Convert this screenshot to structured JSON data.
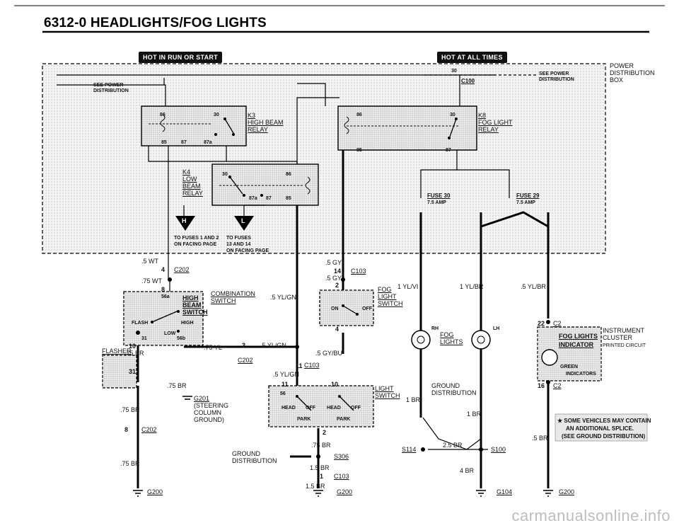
{
  "title": "6312-0  HEADLIGHTS/FOG LIGHTS",
  "banners": {
    "run_start": "HOT IN RUN OR START",
    "all_times": "HOT AT ALL TIMES"
  },
  "power_box": [
    "POWER",
    "DISTRIBUTION",
    "BOX"
  ],
  "see_power_left": [
    "SEE POWER",
    "DISTRIBUTION"
  ],
  "see_power_right": [
    "SEE POWER",
    "DISTRIBUTION"
  ],
  "c100": "C100",
  "k3": [
    "K3",
    "HIGH BEAM",
    "RELAY"
  ],
  "k8": [
    "K8",
    "FOG LIGHT",
    "RELAY"
  ],
  "k4": [
    "K4",
    "LOW",
    "BEAM",
    "RELAY"
  ],
  "fuse30": [
    "FUSE 30",
    "7.5 AMP"
  ],
  "fuse29": [
    "FUSE 29",
    "7.5 AMP"
  ],
  "to_fuses_h": [
    "TO FUSES 1 AND 2",
    "ON FACING PAGE"
  ],
  "to_fuses_l": [
    "TO FUSES",
    "13 AND 14",
    "ON FACING PAGE"
  ],
  "combo_switch": [
    "HIGH",
    "BEAM",
    "SWITCH",
    "COMBINATION",
    "SWITCH"
  ],
  "fog_switch": [
    "FOG",
    "LIGHT",
    "SWITCH"
  ],
  "light_switch": [
    "LIGHT",
    "SWITCH"
  ],
  "fog_lights": [
    "FOG",
    "LIGHTS"
  ],
  "cluster": [
    "INSTRUMENT",
    "CLUSTER",
    "PRINTED CIRCUIT"
  ],
  "indicator": [
    "FOG LIGHTS",
    "INDICATOR",
    "GREEN",
    "INDICATORS"
  ],
  "ground_dist": [
    "GROUND",
    "DISTRIBUTION"
  ],
  "ground_dist2": [
    "GROUND",
    "DISTRIBUTION"
  ],
  "steering": [
    "G201",
    "(STEERING",
    "COLUMN",
    "GROUND)"
  ],
  "note": [
    "★ SOME VEHICLES MAY CONTAIN",
    "AN ADDITIONAL SPLICE.",
    "(SEE GROUND DISTRIBUTION)"
  ],
  "flasher": "FLASHER",
  "sw_labels": {
    "flash": "FLASH",
    "low": "LOW",
    "high": "HIGH",
    "on": "ON",
    "off": "OFF",
    "head": "HEAD",
    "park": "PARK",
    "rh": "RH",
    "lh": "LH"
  },
  "wires": {
    "w_5wt": ".5 WT",
    "w_75wt": ".75 WT",
    "w_5gy": ".5 GY",
    "w_5gy2": ".5 GY",
    "w_5ylgn": ".5 YL/GN",
    "w_75yl": ".75 YL",
    "w_5ylgn2": ".5 YL/GN",
    "w_5gybu": ".5 GY/BU",
    "w_5ylgn3": ".5 YL/GN",
    "w_75br1": ".75 BR",
    "w_75br2": ".75 BR",
    "w_75br3": ".75 BR",
    "w_75br4": ".75 BR",
    "w_75br5": ".75 BR",
    "w_1ylvi": "1 YL/VI",
    "w_1ylbr": "1 YL/BR",
    "w_5ylbr": ".5 YL/BR",
    "w_1br_a": "1 BR",
    "w_1br_b": "1 BR",
    "w_25br": "2.5 BR",
    "w_4br": "4 BR",
    "w_15br": "1.5 BR",
    "w_15br2": "1.5 BR",
    "w_5br": ".5 BR"
  },
  "connectors": {
    "c202a": "C202",
    "c202b": "C202",
    "c202c": "C202",
    "c103a": "C103",
    "c103b": "C103",
    "c103c": "C103",
    "c2a": "C2",
    "c2b": "C2",
    "s306": "S306",
    "s114": "S114",
    "s100": "S100",
    "g200a": "G200",
    "g200b": "G200",
    "g200c": "G200",
    "g104": "G104"
  },
  "pins": {
    "p30a": "30",
    "p86a": "86",
    "p85a": "85",
    "p87a": "87",
    "p87aa": "87a",
    "p86b": "86",
    "p85b": "85",
    "p30b": "30",
    "p87b": "87",
    "p30c": "30",
    "p86c": "86",
    "p87c": "87a",
    "p87d": "87",
    "p85c": "85",
    "n4": "4",
    "n8": "8",
    "n14": "14",
    "n2": "2",
    "n3": "3",
    "n11": "11",
    "n11b": "11",
    "n10": "10",
    "n4b": "4",
    "n22": "22",
    "n16": "16",
    "n31": "31",
    "n31b": "31",
    "n8b": "8",
    "n1": "1",
    "n10b": "10",
    "n2b": "2",
    "n56a": "56a",
    "n56b": "56b",
    "n56": "56",
    "n30": "30"
  },
  "symbols": {
    "h": "H",
    "l": "L"
  },
  "watermark": "carmanualsonline.info"
}
